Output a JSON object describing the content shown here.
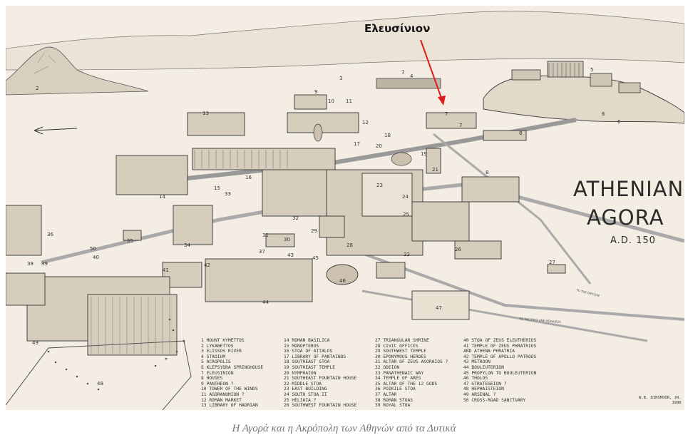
{
  "map": {
    "title": [
      "ATHENIAN",
      "AGORA",
      "A.D. 150"
    ],
    "annotation": "Ελευσίνιον",
    "signature": [
      "W.B. DINSMOOR, JR.",
      "1980"
    ],
    "road_labels": [
      "TO THE DIPYLON",
      "TO THE PNYX AND PEIRAIEUS"
    ],
    "legend": [
      [
        "1 MOUNT HYMETTOS",
        "2 LYKABETTOS",
        "3 ELISSOS RIVER",
        "4 STADIUM",
        "5 ACROPOLIS",
        "6 KLEPSYDRA SPRINGHOUSE",
        "7 ELEUSINION",
        "8 HOUSES",
        "9 PANTHEON ?",
        "10 TOWER OF THE WINDS",
        "11 AGORANOMION ?",
        "12 ROMAN MARKET",
        "13 LIBRARY OF HADRIAN"
      ],
      [
        "14 ROMAN BASILICA",
        "15 MONOPTEROS",
        "16 STOA OF ATTALOS",
        "17 LIBRARY OF PANTAINOS",
        "18 SOUTHEAST STOA",
        "19 SOUTHEAST TEMPLE",
        "20 NYMPHAION",
        "21 SOUTHEAST FOUNTAIN HOUSE",
        "22 MIDDLE STOA",
        "23 EAST BUILDING",
        "24 SOUTH STOA II",
        "25 HELIAIA ?",
        "26 SOUTHWEST FOUNTAIN HOUSE"
      ],
      [
        "27 TRIANGULAR SHRINE",
        "28 CIVIC OFFICES",
        "29 SOUTHWEST TEMPLE",
        "30 EPONYMOUS HEROES",
        "31 ALTAR OF ZEUS AGORAIOS ?",
        "32 ODEION",
        "33 PANATHENAIC WAY",
        "34 TEMPLE OF ARES",
        "35 ALTAR OF THE 12 GODS",
        "36 POIKILE STOA",
        "37 ALTAR",
        "38 ROMAN STOAS",
        "39 ROYAL STOA"
      ],
      [
        "40 STOA OF ZEUS ELEUTHERIOS",
        "41 TEMPLE OF ZEUS PHRATRIOS",
        "   AND ATHENA PHRATRIA",
        "42 TEMPLE OF APOLLO PATROOS",
        "43 METROON",
        "44 BOULEUTERION",
        "45 PROPYLON TO BOULEUTERION",
        "46 THOLOS",
        "47 STRATEGEION ?",
        "48 HEPHAISTEION",
        "49 ARSENAL ?",
        "50 CROSS-ROAD SANCTUARY"
      ]
    ],
    "numbers": [
      "1",
      "2",
      "3",
      "4",
      "5",
      "6",
      "7",
      "8",
      "9",
      "10",
      "11",
      "12",
      "13",
      "14",
      "15",
      "16",
      "17",
      "18",
      "19",
      "20",
      "21",
      "22",
      "23",
      "24",
      "25",
      "26",
      "27",
      "28",
      "29",
      "30",
      "31",
      "32",
      "33",
      "34",
      "35",
      "36",
      "37",
      "38",
      "39",
      "40",
      "41",
      "42",
      "43",
      "44",
      "45",
      "46",
      "47",
      "48",
      "49",
      "50",
      "8",
      "7",
      "6"
    ]
  },
  "caption": "Η Αγορά και η Ακρόπολη των Αθηνών από τα Δυτικά",
  "colors": {
    "paper": "#f3ede3",
    "ink": "#333333",
    "arrow": "#e01b1b",
    "caption": "#777777"
  }
}
